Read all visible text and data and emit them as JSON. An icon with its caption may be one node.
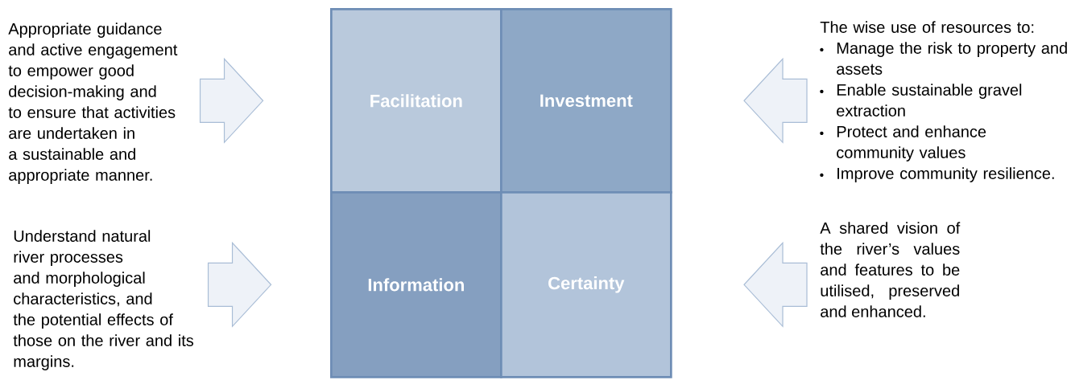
{
  "diagram": {
    "nodes": [
      {
        "text": [
          "Facilitation"
        ]
      },
      {
        "text": [
          "Investment"
        ]
      },
      {
        "text": [
          "Information"
        ]
      },
      {
        "text": [
          "Certainty"
        ]
      },
      {
        "text": [
          "Appropriate guidance and active engagement to empower good decision-making and to ensure that activities are undertaken in a sustainable and appropriate manner."
        ]
      },
      {
        "text": [
          "Understand natural river processes and morphological characteristics, and the potential effects of those on the river and its margins."
        ]
      },
      {
        "text": [
          "The wise use of resources to:",
          "Manage the risk to property and assets",
          "Enable sustainable gravel extraction",
          "Protect and enhance community values",
          "Improve community resilience."
        ]
      },
      {
        "text": [
          "A shared vision of the river’s values and features to be utilised, preserved and enhanced."
        ]
      }
    ],
    "edges": [
      {
        "from": 4,
        "to": 0,
        "arrow": "to"
      },
      {
        "from": 5,
        "to": 2,
        "arrow": "to"
      },
      {
        "from": 6,
        "to": 1,
        "arrow": "to"
      },
      {
        "from": 7,
        "to": 3,
        "arrow": "to"
      }
    ]
  }
}
